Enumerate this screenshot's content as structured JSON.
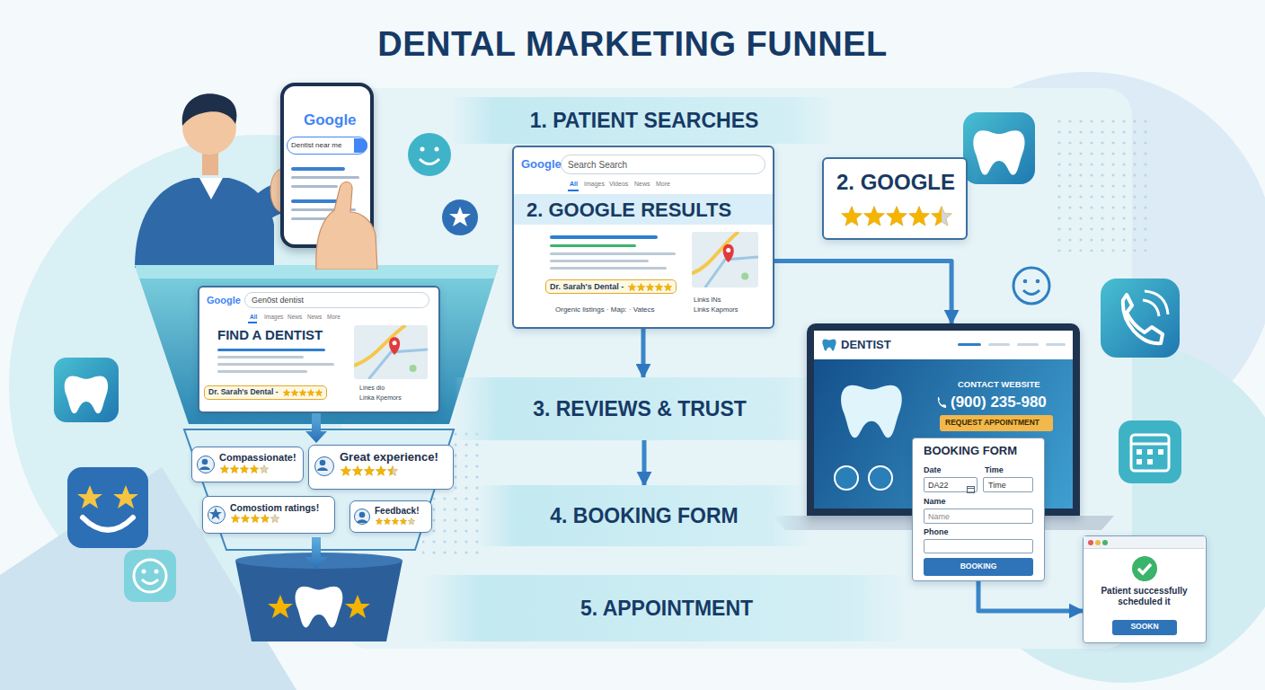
{
  "diagram": {
    "title": "DENTAL MARKETING FUNNEL",
    "nodes": [
      {
        "text": [
          "Google",
          "Dentist near me"
        ]
      },
      {
        "text": [
          "1. PATIENT SEARCHES"
        ]
      },
      {
        "text": [
          "Google",
          "Search Search",
          "All",
          "Images",
          "Videos",
          "News",
          "More",
          "2. GOOGLE RESULTS",
          "Dr. Sarah's Dental -",
          "Orgenic listings · Map: · Vatecs",
          "Links lNs",
          "Links Kapmors"
        ]
      },
      {
        "text": [
          "2. GOOGLE"
        ]
      },
      {
        "text": [
          "Google",
          "Gen0st dentist",
          "All",
          "Images",
          "News",
          "News",
          "More",
          "FIND A DENTIST",
          "Dr. Sarah's Dental -",
          "Lines dio",
          "Linka Kpemors"
        ]
      },
      {
        "text": [
          "Compassionate!"
        ]
      },
      {
        "text": [
          "Great experience!"
        ]
      },
      {
        "text": [
          "Comostiom ratings!"
        ]
      },
      {
        "text": [
          "Feedback!"
        ]
      },
      {
        "text": [
          "3. REVIEWS & TRUST"
        ]
      },
      {
        "text": [
          "4. BOOKING FORM"
        ]
      },
      {
        "text": [
          "5. APPOINTMENT"
        ]
      },
      {
        "text": [
          "DENTIST",
          "CONTACT WEBSITE",
          "(900) 235-980",
          "REQUEST APPOINTMENT"
        ]
      },
      {
        "text": [
          "BOOKING FORM",
          "Date",
          "Time",
          "DA22",
          "Time",
          "Name",
          "Name",
          "Phone",
          "BOOKING"
        ]
      },
      {
        "text": [
          "Patient successfully scheduled it",
          "SOOKN"
        ]
      }
    ],
    "edges": [
      {
        "from": 2,
        "to": 9,
        "arrow": "to"
      },
      {
        "from": 9,
        "to": 10,
        "arrow": "to"
      },
      {
        "from": 2,
        "to": 12,
        "arrow": "to"
      },
      {
        "from": 13,
        "to": 14,
        "arrow": "to"
      }
    ]
  }
}
